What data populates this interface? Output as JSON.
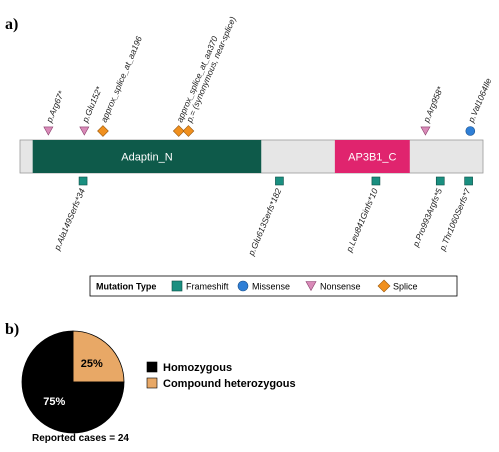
{
  "panel_a": {
    "label": "a)",
    "protein_length": 1094,
    "domains": [
      {
        "name": "Adaptin_N",
        "start": 30,
        "end": 570,
        "color": "#0e5a4a"
      },
      {
        "name": "AP3B1_C",
        "start": 744,
        "end": 921,
        "color": "#e0246e"
      }
    ],
    "above_mutations": [
      {
        "label": "p.Arg67*",
        "position": 67,
        "type": "Nonsense"
      },
      {
        "label": "p.Glu152*",
        "position": 152,
        "type": "Nonsense"
      },
      {
        "label": "approx_splice_at_aa196",
        "position": 196,
        "type": "Splice"
      },
      {
        "label": "approx_splice_at_aa370",
        "position": 375,
        "type": "Splice"
      },
      {
        "label": "p.= (synonymous, near-splice)",
        "position": 398,
        "type": "Splice"
      },
      {
        "label": "p.Arg958*",
        "position": 958,
        "type": "Nonsense"
      },
      {
        "label": "p.Val1064Ile",
        "position": 1064,
        "type": "Missense"
      }
    ],
    "below_mutations": [
      {
        "label": "p.Ala149Serfs*34",
        "position": 149,
        "type": "Frameshift"
      },
      {
        "label": "p.Glu613Serfs*182",
        "position": 613,
        "type": "Frameshift"
      },
      {
        "label": "p.Leu841Ginfs*10",
        "position": 841,
        "type": "Frameshift"
      },
      {
        "label": "p.Pro993Argfs*5",
        "position": 993,
        "type": "Frameshift"
      },
      {
        "label": "p.Thr1060Serfs*7",
        "position": 1060,
        "type": "Frameshift"
      }
    ],
    "legend": {
      "title": "Mutation Type",
      "items": [
        {
          "label": "Frameshift",
          "shape": "square",
          "color": "#1a8f80"
        },
        {
          "label": "Missense",
          "shape": "circle",
          "color": "#2f7fd6"
        },
        {
          "label": "Nonsense",
          "shape": "triangle",
          "color": "#d98ab8"
        },
        {
          "label": "Splice",
          "shape": "diamond",
          "color": "#f0901e"
        }
      ]
    },
    "colors": {
      "backbone": "#e6e6e6",
      "Frameshift": "#1a8f80",
      "Missense": "#2f7fd6",
      "Nonsense": "#d98ab8",
      "Splice": "#f0901e"
    }
  },
  "panel_b": {
    "label": "b)",
    "chart_data": {
      "type": "pie",
      "slices": [
        {
          "name": "Homozygous",
          "value": 75,
          "label": "75%",
          "color": "#000000"
        },
        {
          "name": "Compound heterozygous",
          "value": 25,
          "label": "25%",
          "color": "#e8a866"
        }
      ],
      "legend": [
        "Homozygous",
        "Compound heterozygous"
      ],
      "legend_placement": "right"
    },
    "footnote": "Reported cases = 24"
  }
}
